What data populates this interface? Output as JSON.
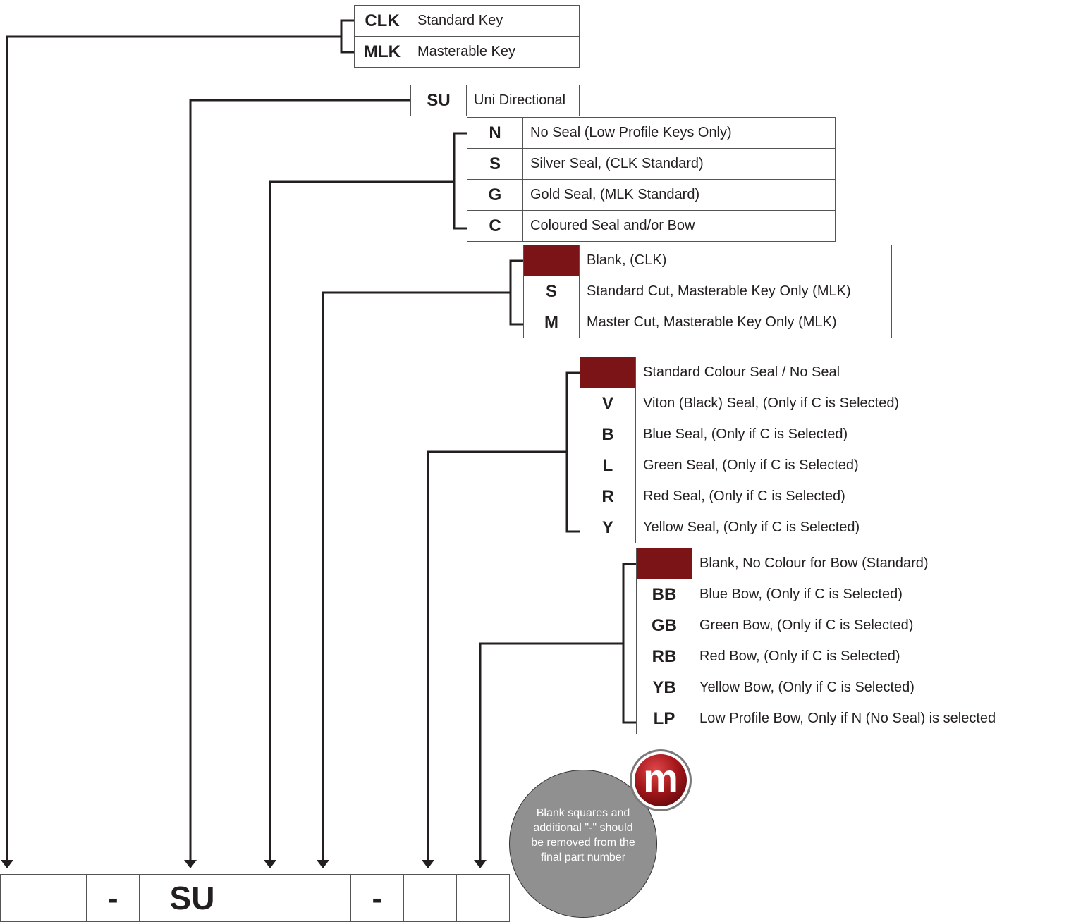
{
  "groups": {
    "key_type": {
      "rows": [
        {
          "code": "CLK",
          "desc": "Standard Key"
        },
        {
          "code": "MLK",
          "desc": "Masterable Key"
        }
      ]
    },
    "direction": {
      "rows": [
        {
          "code": "SU",
          "desc": "Uni Directional"
        }
      ]
    },
    "seal": {
      "rows": [
        {
          "code": "N",
          "desc": "No Seal (Low Profile Keys Only)"
        },
        {
          "code": "S",
          "desc": "Silver Seal, (CLK Standard)"
        },
        {
          "code": "G",
          "desc": "Gold Seal, (MLK Standard)"
        },
        {
          "code": "C",
          "desc": "Coloured Seal and/or Bow"
        }
      ]
    },
    "cut": {
      "rows": [
        {
          "code": "",
          "desc": "Blank, (CLK)"
        },
        {
          "code": "S",
          "desc": "Standard Cut, Masterable Key Only (MLK)"
        },
        {
          "code": "M",
          "desc": "Master Cut, Masterable Key Only (MLK)"
        }
      ]
    },
    "seal_colour": {
      "rows": [
        {
          "code": "",
          "desc": "Standard Colour Seal / No Seal"
        },
        {
          "code": "V",
          "desc": "Viton (Black) Seal, (Only if C is Selected)"
        },
        {
          "code": "B",
          "desc": "Blue Seal, (Only if C is Selected)"
        },
        {
          "code": "L",
          "desc": "Green Seal, (Only if C is Selected)"
        },
        {
          "code": "R",
          "desc": "Red Seal, (Only if C is Selected)"
        },
        {
          "code": "Y",
          "desc": "Yellow Seal, (Only if C is Selected)"
        }
      ]
    },
    "bow": {
      "rows": [
        {
          "code": "",
          "desc": "Blank, No Colour for Bow (Standard)"
        },
        {
          "code": "BB",
          "desc": "Blue Bow, (Only if C is Selected)"
        },
        {
          "code": "GB",
          "desc": "Green Bow, (Only if C is Selected)"
        },
        {
          "code": "RB",
          "desc": "Red Bow, (Only if C is Selected)"
        },
        {
          "code": "YB",
          "desc": "Yellow Bow, (Only if C is Selected)"
        },
        {
          "code": "LP",
          "desc": "Low Profile Bow, Only if N (No Seal) is selected"
        }
      ]
    }
  },
  "part_number": {
    "cells": [
      "",
      "-",
      "SU",
      "",
      "",
      "-",
      "",
      ""
    ]
  },
  "note": {
    "text": "Blank squares and additional \"-\" should be removed from the final part number"
  },
  "logo": {
    "letter": "m"
  },
  "colors": {
    "blank_fill": "#7a1416",
    "line": "#231f20",
    "note_bg": "#909090",
    "logo_red": "#a3161a"
  }
}
